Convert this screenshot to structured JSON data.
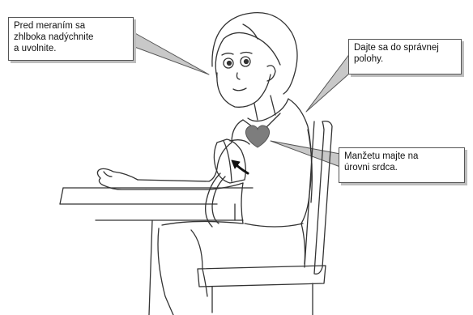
{
  "callouts": {
    "breathe": "Pred meraním sa\nzhlboka nadýchnite\na uvolnite.",
    "posture": "Dajte sa do správnej\npolohy.",
    "cuff": "Manžetu majte na\núrovni srdca."
  },
  "colors": {
    "line": "#333333",
    "callout_fill": "#ffffff",
    "callout_shadow": "#bdbdbd",
    "pointer_fill": "#c8c8c8",
    "heart": "#7d7d7d",
    "arrow": "#111111"
  },
  "icons": {
    "heart": "heart-icon",
    "arrow": "arrow-icon"
  }
}
